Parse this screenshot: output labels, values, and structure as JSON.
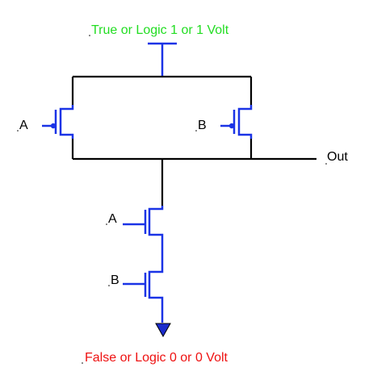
{
  "labels": {
    "supply": "True or Logic 1 or 1 Volt",
    "ground": "False or Logic 0 or 0 Volt",
    "output": "Out",
    "pmos_a": "A",
    "pmos_b": "B",
    "nmos_a": "A",
    "nmos_b": "B"
  },
  "colors": {
    "supply_text": "#22dd22",
    "ground_text": "#ee1111",
    "wire": "#000000",
    "transistor": "#1a33e6",
    "ground_symbol": "#1a2bcc"
  }
}
